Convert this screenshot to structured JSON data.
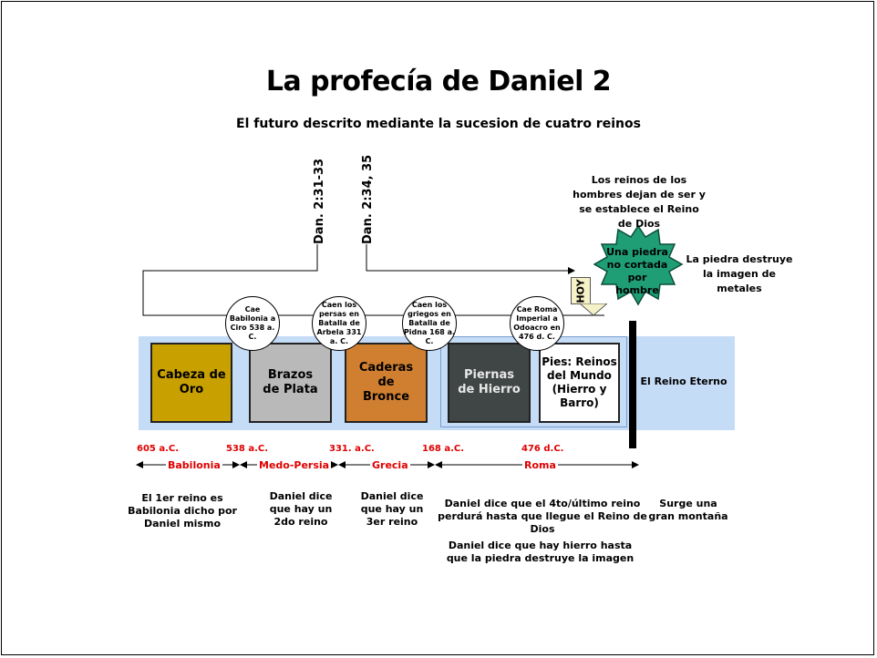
{
  "title": "La profecía de Daniel 2",
  "subtitle": "El futuro descrito mediante la sucesion de cuatro reinos",
  "refs": {
    "left": "Dan. 2:31-33",
    "right": "Dan. 2:34, 35"
  },
  "metals": [
    {
      "label": "Cabeza de Oro",
      "color": "#c8a000"
    },
    {
      "label": "Brazos de Plata",
      "color": "#b9b9b9"
    },
    {
      "label": "Caderas de Bronce",
      "color": "#d07f30"
    },
    {
      "label": "Piernas de Hierro",
      "color": "#404545"
    },
    {
      "label": "Pies: Reinos del Mundo (Hierro y Barro)",
      "color": "#ffffff"
    }
  ],
  "bubbles": [
    "Cae Babilonia a Ciro 538 a. C.",
    "Caen los persas en Batalla de Arbela 331 a. C.",
    "Caen los griegos en Batalla de Pidna 168 a. C.",
    "Cae Roma Imperial a Odoacro en 476 d. C."
  ],
  "eternal": "El Reino Eterno",
  "stone": {
    "label": "Una piedra no cortada por hombre",
    "top_note": "Los reinos de los hombres dejan de ser y se establece el Reino de Dios",
    "right_note": "La piedra destruye la imagen de metales",
    "today": "HOY"
  },
  "dates": [
    "605 a.C.",
    "538 a.C.",
    "331. a.C.",
    "168 a.C.",
    "476 d.C."
  ],
  "kingdoms": [
    "Babilonia",
    "Medo-Persia",
    "Grecia",
    "Roma"
  ],
  "notes": {
    "babylon": "El 1er reino es Babilonia dicho por Daniel mismo",
    "medo": "Daniel dice que hay un 2do reino",
    "greece": "Daniel dice que hay un 3er reino",
    "rome1": "Daniel dice que el 4to/último reino perdurá hasta que llegue el Reino de Dios",
    "rome2": "Daniel dice que hay hierro hasta que la piedra destruye la imagen",
    "mountain": "Surge una gran montaña"
  },
  "colors": {
    "band": "#c5dcf7",
    "stone": "#1f9e75",
    "accent": "#e00000"
  }
}
